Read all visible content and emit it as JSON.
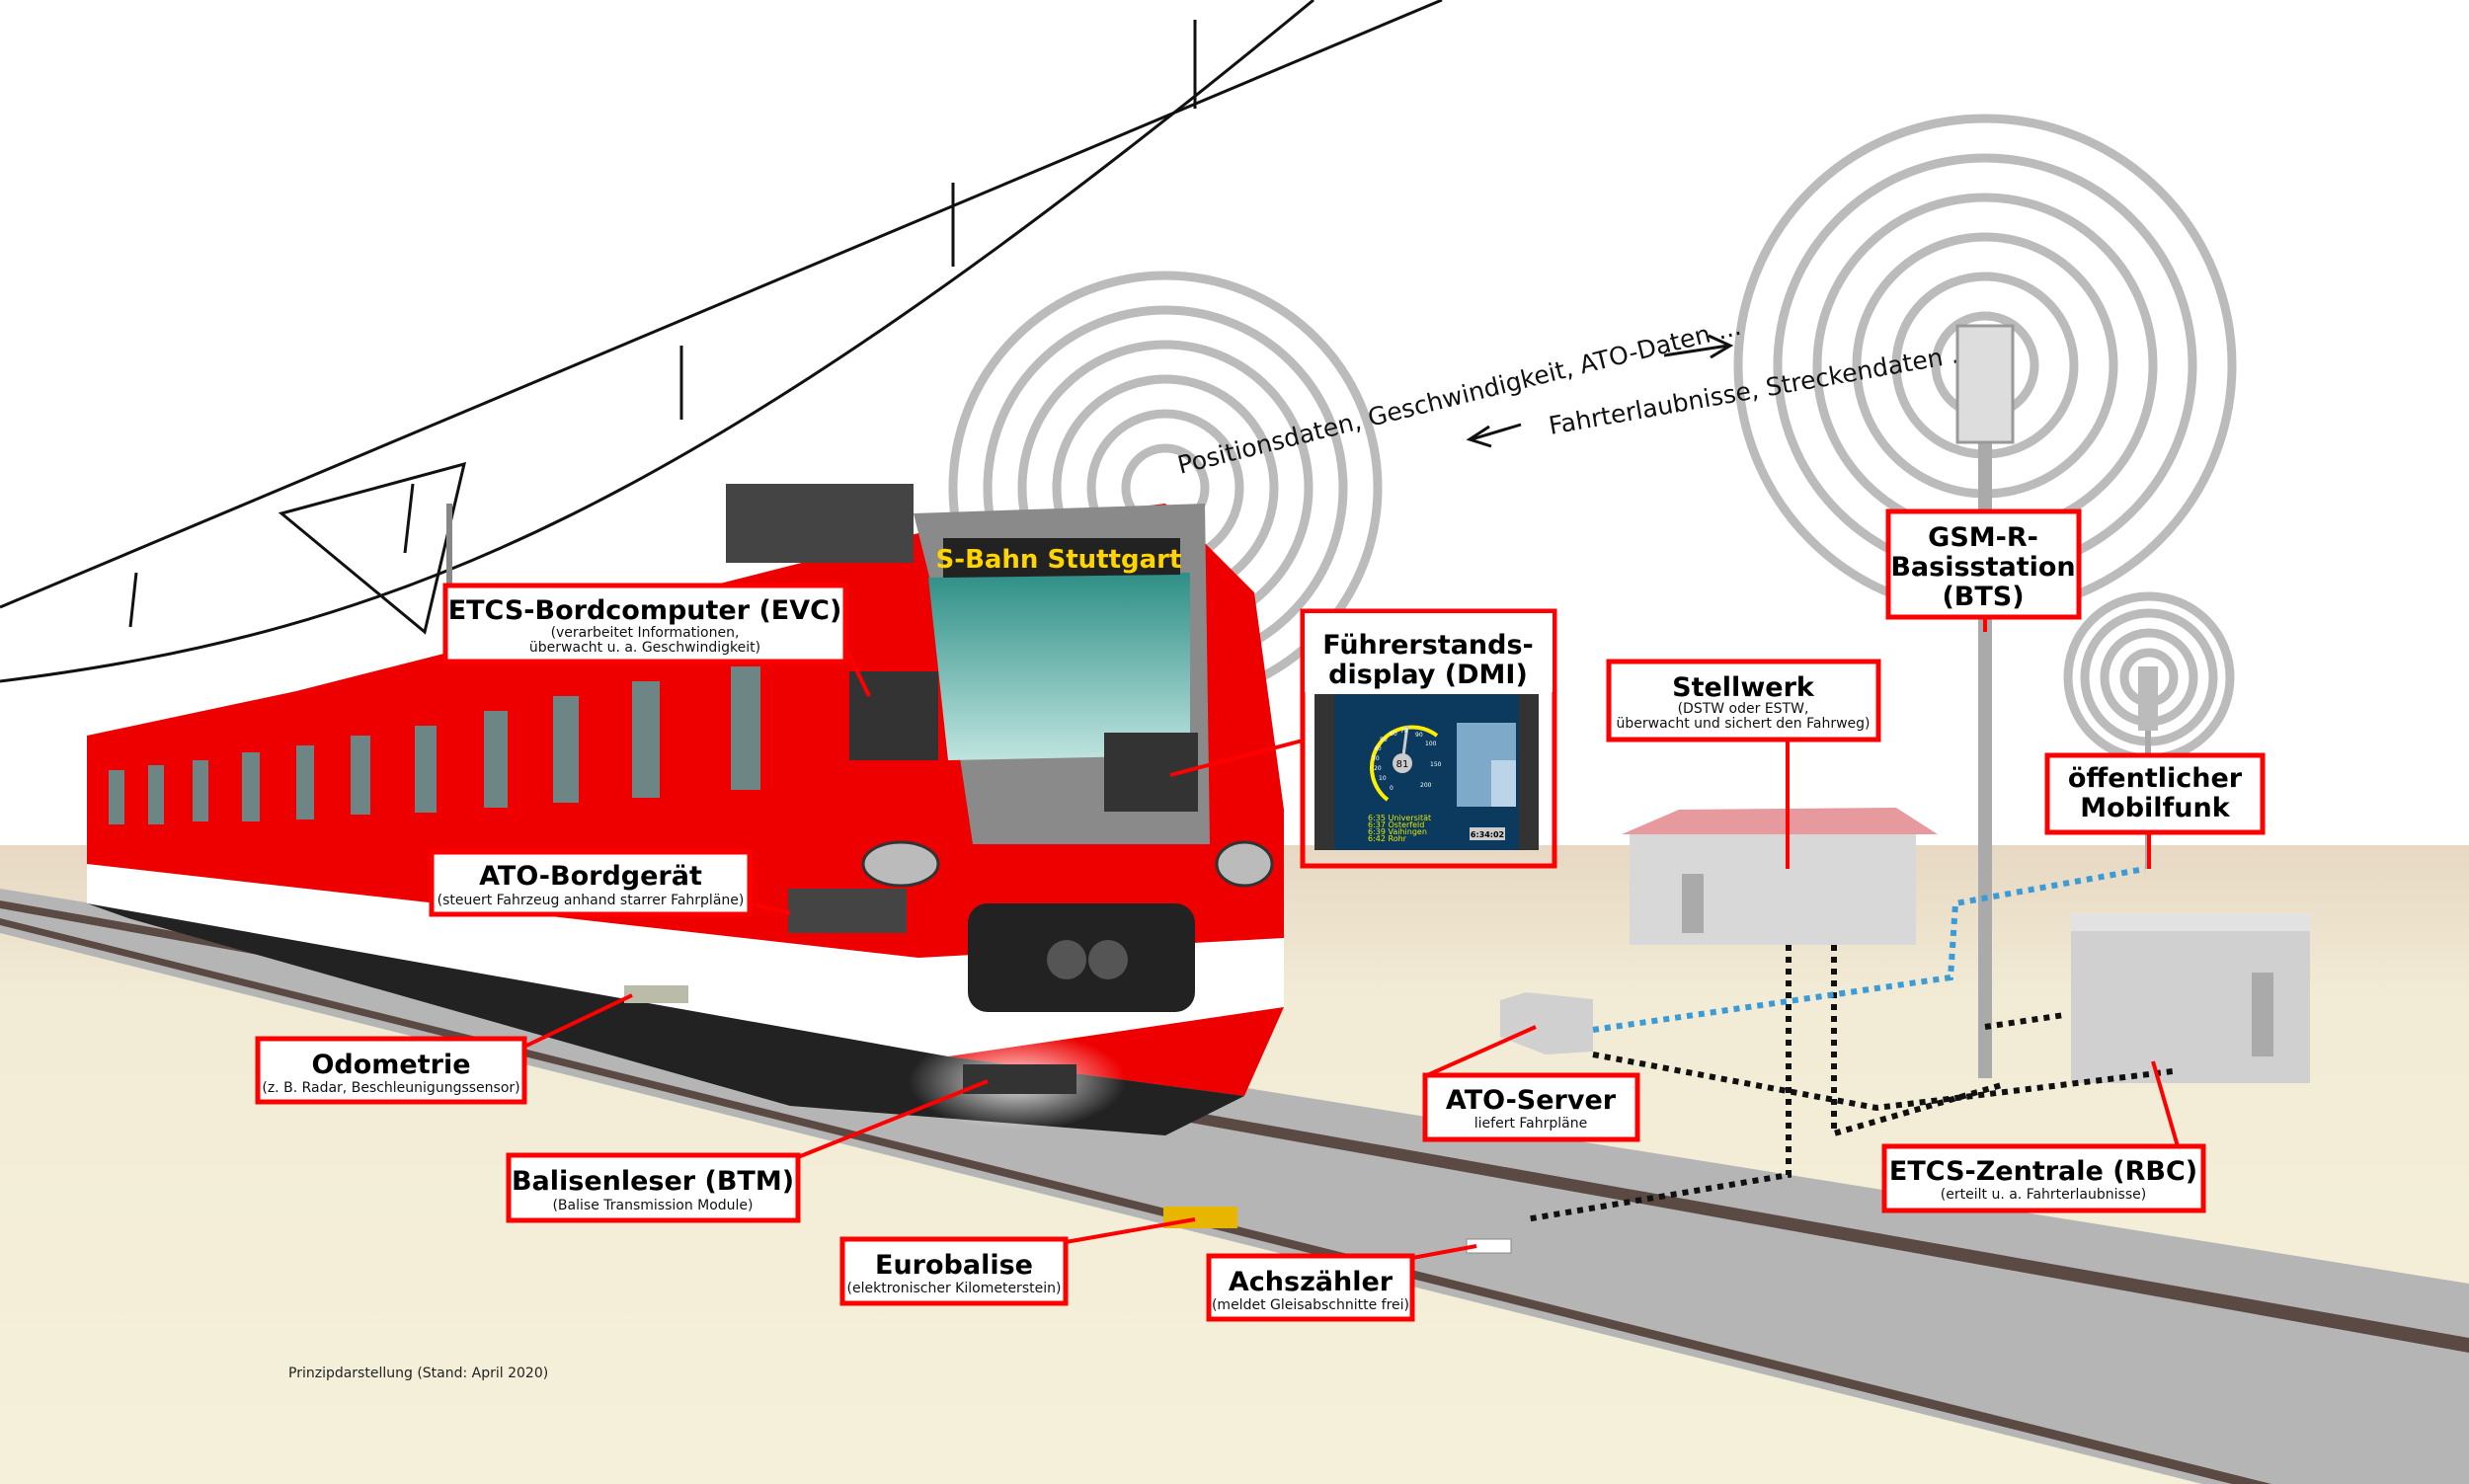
{
  "train": {
    "destination": "S-Bahn Stuttgart"
  },
  "messages": {
    "uplink": "Positionsdaten, Geschwindigkeit, ATO-Daten ...",
    "downlink": "Fahrterlaubnisse, Streckendaten ..."
  },
  "labels": {
    "evc": {
      "title": "ETCS-Bordcomputer (EVC)",
      "sub1": "(verarbeitet Informationen,",
      "sub2": "überwacht u. a. Geschwindigkeit)"
    },
    "dmi": {
      "title1": "Führerstands-",
      "title2": "display (DMI)"
    },
    "stellwerk": {
      "title": "Stellwerk",
      "sub1": "(DSTW oder ESTW,",
      "sub2": "überwacht und sichert den Fahrweg)"
    },
    "bts": {
      "title1": "GSM-R-",
      "title2": "Basisstation",
      "title3": "(BTS)"
    },
    "mobilfunk": {
      "title1": "öffentlicher",
      "title2": "Mobilfunk"
    },
    "ato_board": {
      "title": "ATO-Bordgerät",
      "sub": "(steuert Fahrzeug anhand starrer Fahrpläne)"
    },
    "odometrie": {
      "title": "Odometrie",
      "sub": "(z. B.  Radar, Beschleunigungssensor)"
    },
    "ato_server": {
      "title": "ATO-Server",
      "sub": "liefert Fahrpläne"
    },
    "rbc": {
      "title": "ETCS-Zentrale (RBC)",
      "sub": "(erteilt u. a. Fahrterlaubnisse)"
    },
    "btm": {
      "title": "Balisenleser (BTM)",
      "sub": "(Balise Transmission Module)"
    },
    "eurobalise": {
      "title": "Eurobalise",
      "sub": "(elektronischer Kilometerstein)"
    },
    "achszaehler": {
      "title": "Achszähler",
      "sub": "(meldet Gleisabschnitte frei)"
    }
  },
  "dmi_screen": {
    "speed": "81",
    "dial": [
      "0",
      "10",
      "20",
      "30",
      "40",
      "50",
      "60",
      "70",
      "90",
      "100",
      "150",
      "200"
    ],
    "schedule": [
      "6:35 Universität",
      "6:37 Österfeld",
      "6:39 Vaihingen",
      "6:42 Rohr"
    ],
    "clock": "6:34:02"
  },
  "footer": "Prinzipdarstellung (Stand: April 2020)",
  "colors": {
    "label_border": "#ff0000",
    "train_red": "#ee0000",
    "ground": "#f4efd8",
    "gsm_link": "#3b9bd6"
  }
}
